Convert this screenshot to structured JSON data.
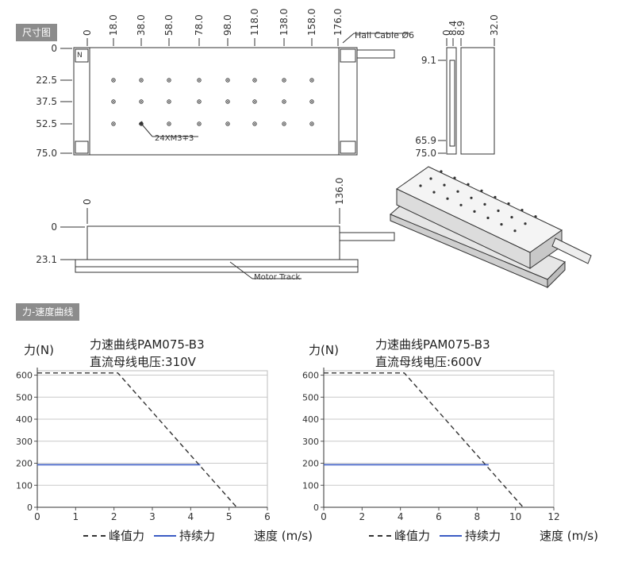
{
  "sections": {
    "dimensions_label": "尺寸图",
    "curve_label": "力-速度曲线"
  },
  "top_view": {
    "x_ticks": [
      "0",
      "18.0",
      "38.0",
      "58.0",
      "78.0",
      "98.0",
      "118.0",
      "138.0",
      "158.0",
      "176.0"
    ],
    "y_ticks": [
      "0",
      "22.5",
      "37.5",
      "52.5",
      "75.0"
    ],
    "hall_cable": "Hall Cable Ø6",
    "hole_spec": "24XM3∓3",
    "pole_mark": "N"
  },
  "side_view": {
    "x_ticks": [
      "0",
      "8.4",
      "8.9",
      "32.0"
    ],
    "y_ticks": [
      "9.1",
      "65.9",
      "75.0"
    ]
  },
  "front_view": {
    "x_ticks": [
      "0",
      "136.0"
    ],
    "y_ticks": [
      "0",
      "23.1"
    ],
    "track_label": "Motor Track"
  },
  "legend": {
    "peak": "峰值力",
    "continuous": "持续力"
  },
  "y_unit": "力(N)",
  "x_unit": "速度 (m/s)",
  "chart_data": [
    {
      "type": "line",
      "title": "力速曲线PAM075-B3",
      "subtitle": "直流母线电压:310V",
      "xlabel": "速度 (m/s)",
      "ylabel": "力(N)",
      "xlim": [
        0,
        6
      ],
      "ylim": [
        0,
        620
      ],
      "x_ticks": [
        0,
        1,
        2,
        3,
        4,
        5,
        6
      ],
      "y_ticks": [
        0,
        100,
        200,
        300,
        400,
        500,
        600
      ],
      "grid": true,
      "legend_position": "bottom",
      "series": [
        {
          "name": "峰值力",
          "style": "dashed",
          "color": "#333333",
          "x": [
            0,
            2.1,
            5.2
          ],
          "y": [
            610,
            610,
            0
          ]
        },
        {
          "name": "持续力",
          "style": "solid",
          "color": "#3b5cc4",
          "x": [
            0,
            4.25
          ],
          "y": [
            193,
            193
          ]
        }
      ]
    },
    {
      "type": "line",
      "title": "力速曲线PAM075-B3",
      "subtitle": "直流母线电压:600V",
      "xlabel": "速度 (m/s)",
      "ylabel": "力(N)",
      "xlim": [
        0,
        12
      ],
      "ylim": [
        0,
        620
      ],
      "x_ticks": [
        0,
        2,
        4,
        6,
        8,
        10,
        12
      ],
      "y_ticks": [
        0,
        100,
        200,
        300,
        400,
        500,
        600
      ],
      "grid": true,
      "legend_position": "bottom",
      "series": [
        {
          "name": "峰值力",
          "style": "dashed",
          "color": "#333333",
          "x": [
            0,
            4.2,
            10.4
          ],
          "y": [
            610,
            610,
            0
          ]
        },
        {
          "name": "持续力",
          "style": "solid",
          "color": "#3b5cc4",
          "x": [
            0,
            8.6
          ],
          "y": [
            193,
            193
          ]
        }
      ]
    }
  ]
}
